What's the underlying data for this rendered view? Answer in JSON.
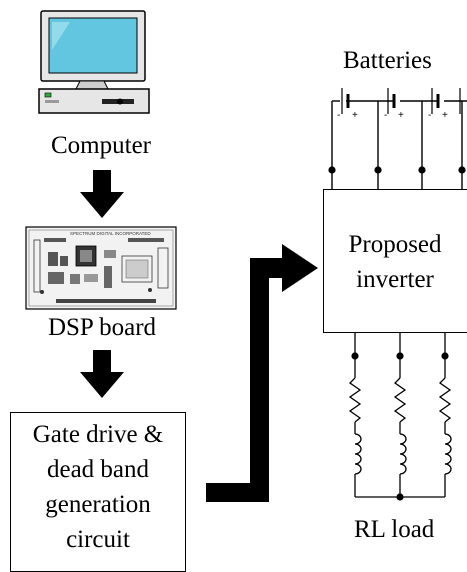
{
  "labels": {
    "computer": "Computer",
    "dsp_board": "DSP board",
    "batteries": "Batteries",
    "rl_load": "RL load",
    "board_silkscreen": "SPECTRUM DIGITAL INCORPORATED"
  },
  "gate_drive": {
    "lines": [
      "Gate drive &",
      "dead band",
      "generation",
      "circuit"
    ]
  },
  "inverter": {
    "lines": [
      "Proposed",
      "inverter"
    ]
  },
  "battery_polarity": {
    "negative": "-",
    "positive": "+"
  },
  "colors": {
    "monitor_screen": "#62c6e0",
    "monitor_body": "#e6e6e6",
    "arrow": "#000000",
    "outline": "#000000",
    "power_led": "#2faa3c"
  }
}
